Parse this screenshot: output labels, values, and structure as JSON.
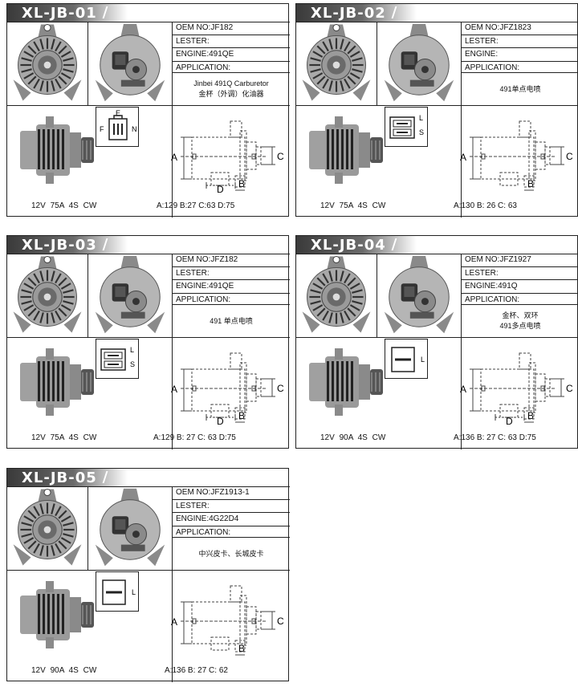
{
  "cards": [
    {
      "id": "XL-JB-01",
      "oem": "OEM NO:JF182",
      "lester": "LESTER:",
      "engine": "ENGINE:491QE",
      "application": "APPLICATION:",
      "app_lines": [
        "Jinbei 491Q Carburetor",
        "金杯（外调）化油器"
      ],
      "specs": "12V   75A   4S   CW",
      "dims": "A:129  B:27  C:63  D:75",
      "plug": [
        "E",
        "F",
        "N"
      ]
    },
    {
      "id": "XL-JB-02",
      "oem": "OEM NO:JFZ1823",
      "lester": "LESTER:",
      "engine": "ENGINE:",
      "application": "APPLICATION:",
      "app_lines": [
        "491单点电喷"
      ],
      "specs": "12V   75A   4S   CW",
      "dims": "A:130   B: 26   C: 63",
      "plug": [
        "L",
        "S"
      ]
    },
    {
      "id": "XL-JB-03",
      "oem": "OEM NO:JFZ182",
      "lester": "LESTER:",
      "engine": "ENGINE:491QE",
      "application": "APPLICATION:",
      "app_lines": [
        "491 单点电喷"
      ],
      "specs": "12V   75A   4S   CW",
      "dims": "A:129  B: 27  C: 63  D:75",
      "plug": [
        "L",
        "S"
      ]
    },
    {
      "id": "XL-JB-04",
      "oem": "OEM NO:JFZ1927",
      "lester": "LESTER:",
      "engine": "ENGINE:491Q",
      "application": "APPLICATION:",
      "app_lines": [
        "金杯、双环",
        "491多点电喷"
      ],
      "specs": "12V   90A   4S   CW",
      "dims": "A:136  B: 27  C: 63  D:75",
      "plug": [
        "L"
      ]
    },
    {
      "id": "XL-JB-05",
      "oem": "OEM NO:JFZ1913-1",
      "lester": "LESTER:",
      "engine": "ENGINE:4G22D4",
      "application": "APPLICATION:",
      "app_lines": [
        "中兴皮卡、长城皮卡"
      ],
      "specs": "12V   90A   4S   CW",
      "dims": "A:136  B: 27  C: 62",
      "plug": [
        "L"
      ]
    }
  ],
  "diagram_labels": {
    "a": "A",
    "b": "B",
    "c": "C",
    "d": "D"
  },
  "colors": {
    "header_dark": "#3a3a3a",
    "border": "#222222",
    "metal": "#9a9a9a"
  }
}
